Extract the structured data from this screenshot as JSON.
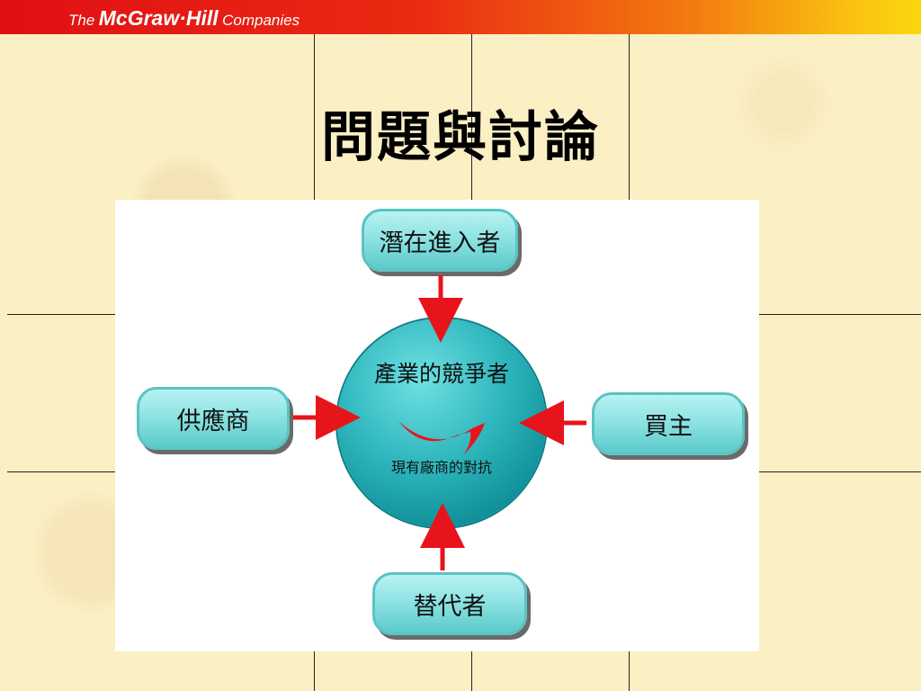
{
  "header": {
    "brand_prefix": "The",
    "brand_name": "McGraw·Hill",
    "brand_suffix": "Companies"
  },
  "slide": {
    "title": "問題與討論"
  },
  "diagram": {
    "center": {
      "title": "產業的競爭者",
      "subtitle": "現有廠商的對抗"
    },
    "nodes": {
      "top": "潛在進入者",
      "left": "供應商",
      "right": "買主",
      "bottom": "替代者"
    },
    "colors": {
      "arrow": "#e8141c",
      "swoosh": "#e8141c",
      "node_fill": "#9fe8e8",
      "circle": "#1fa7ae"
    }
  }
}
